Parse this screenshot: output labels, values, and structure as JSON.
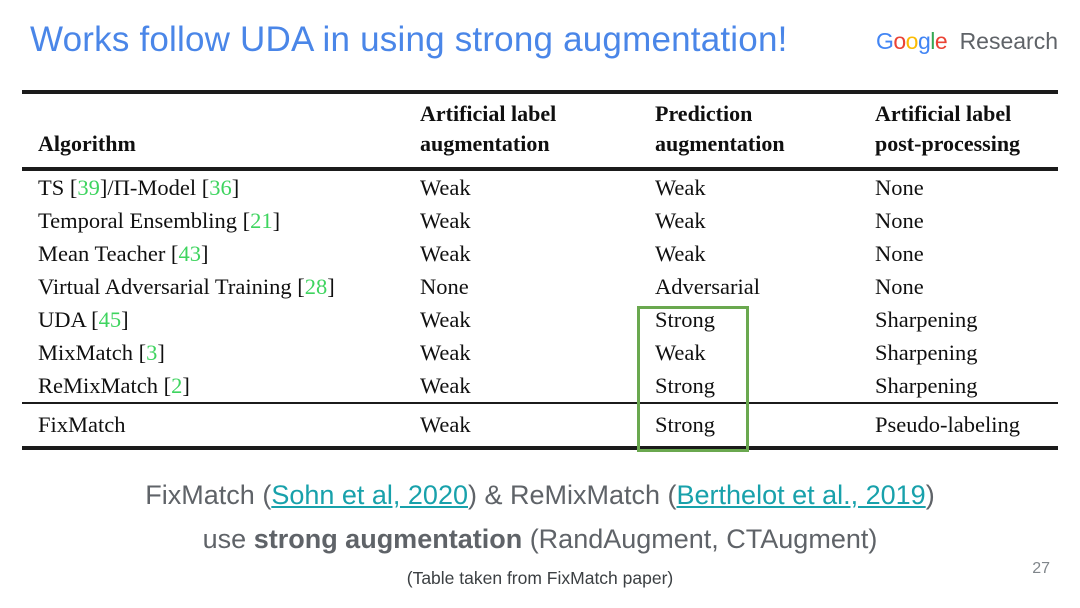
{
  "slide": {
    "title": "Works follow UDA in using strong augmentation!",
    "page_number": "27",
    "caption": "(Table taken from FixMatch paper)"
  },
  "title_color": "#4a86e8",
  "logo": {
    "letters": [
      {
        "ch": "G",
        "color": "#4285F4"
      },
      {
        "ch": "o",
        "color": "#EA4335"
      },
      {
        "ch": "o",
        "color": "#FBBC05"
      },
      {
        "ch": "g",
        "color": "#4285F4"
      },
      {
        "ch": "l",
        "color": "#34A853"
      },
      {
        "ch": "e",
        "color": "#EA4335"
      }
    ],
    "suffix": "Research",
    "suffix_color": "#5f6368"
  },
  "table": {
    "headers": [
      {
        "l1": "Algorithm",
        "l2": ""
      },
      {
        "l1": "Artificial label",
        "l2": "augmentation"
      },
      {
        "l1": "Prediction",
        "l2": "augmentation"
      },
      {
        "l1": "Artificial label",
        "l2": "post-processing"
      }
    ],
    "rows": [
      {
        "section": "main",
        "algorithm": [
          {
            "t": "TS ["
          },
          {
            "t": "39",
            "cite": true
          },
          {
            "t": "]/Π-Model ["
          },
          {
            "t": "36",
            "cite": true
          },
          {
            "t": "]"
          }
        ],
        "artificial": "Weak",
        "prediction": "Weak",
        "post": "None"
      },
      {
        "section": "main",
        "algorithm": [
          {
            "t": "Temporal Ensembling ["
          },
          {
            "t": "21",
            "cite": true
          },
          {
            "t": "]"
          }
        ],
        "artificial": "Weak",
        "prediction": "Weak",
        "post": "None"
      },
      {
        "section": "main",
        "algorithm": [
          {
            "t": "Mean Teacher ["
          },
          {
            "t": "43",
            "cite": true
          },
          {
            "t": "]"
          }
        ],
        "artificial": "Weak",
        "prediction": "Weak",
        "post": "None"
      },
      {
        "section": "main",
        "algorithm": [
          {
            "t": "Virtual Adversarial Training ["
          },
          {
            "t": "28",
            "cite": true
          },
          {
            "t": "]"
          }
        ],
        "artificial": "None",
        "prediction": "Adversarial",
        "post": "None"
      },
      {
        "section": "main",
        "algorithm": [
          {
            "t": "UDA ["
          },
          {
            "t": "45",
            "cite": true
          },
          {
            "t": "]"
          }
        ],
        "artificial": "Weak",
        "prediction": "Strong",
        "post": "Sharpening"
      },
      {
        "section": "main",
        "algorithm": [
          {
            "t": "MixMatch ["
          },
          {
            "t": "3",
            "cite": true
          },
          {
            "t": "]"
          }
        ],
        "artificial": "Weak",
        "prediction": "Weak",
        "post": "Sharpening"
      },
      {
        "section": "main",
        "algorithm": [
          {
            "t": "ReMixMatch ["
          },
          {
            "t": "2",
            "cite": true
          },
          {
            "t": "]"
          }
        ],
        "artificial": "Weak",
        "prediction": "Strong",
        "post": "Sharpening"
      },
      {
        "section": "last",
        "algorithm": [
          {
            "t": "FixMatch"
          }
        ],
        "artificial": "Weak",
        "prediction": "Strong",
        "post": "Pseudo-labeling"
      }
    ],
    "citation_color": "#3ed45f",
    "highlight_box_color": "#6aa84f"
  },
  "callout": {
    "line1": [
      {
        "t": "FixMatch ("
      },
      {
        "t": "Sohn et al, 2020",
        "link": true
      },
      {
        "t": ") & ReMixMatch ("
      },
      {
        "t": "Berthelot et al., 2019",
        "link": true
      },
      {
        "t": ")"
      }
    ],
    "line2": [
      {
        "t": "use "
      },
      {
        "t": "strong augmentation",
        "bold": true
      },
      {
        "t": " (RandAugment, CTAugment)"
      }
    ],
    "link_color": "#18a1ab",
    "text_color": "#5f6368"
  }
}
